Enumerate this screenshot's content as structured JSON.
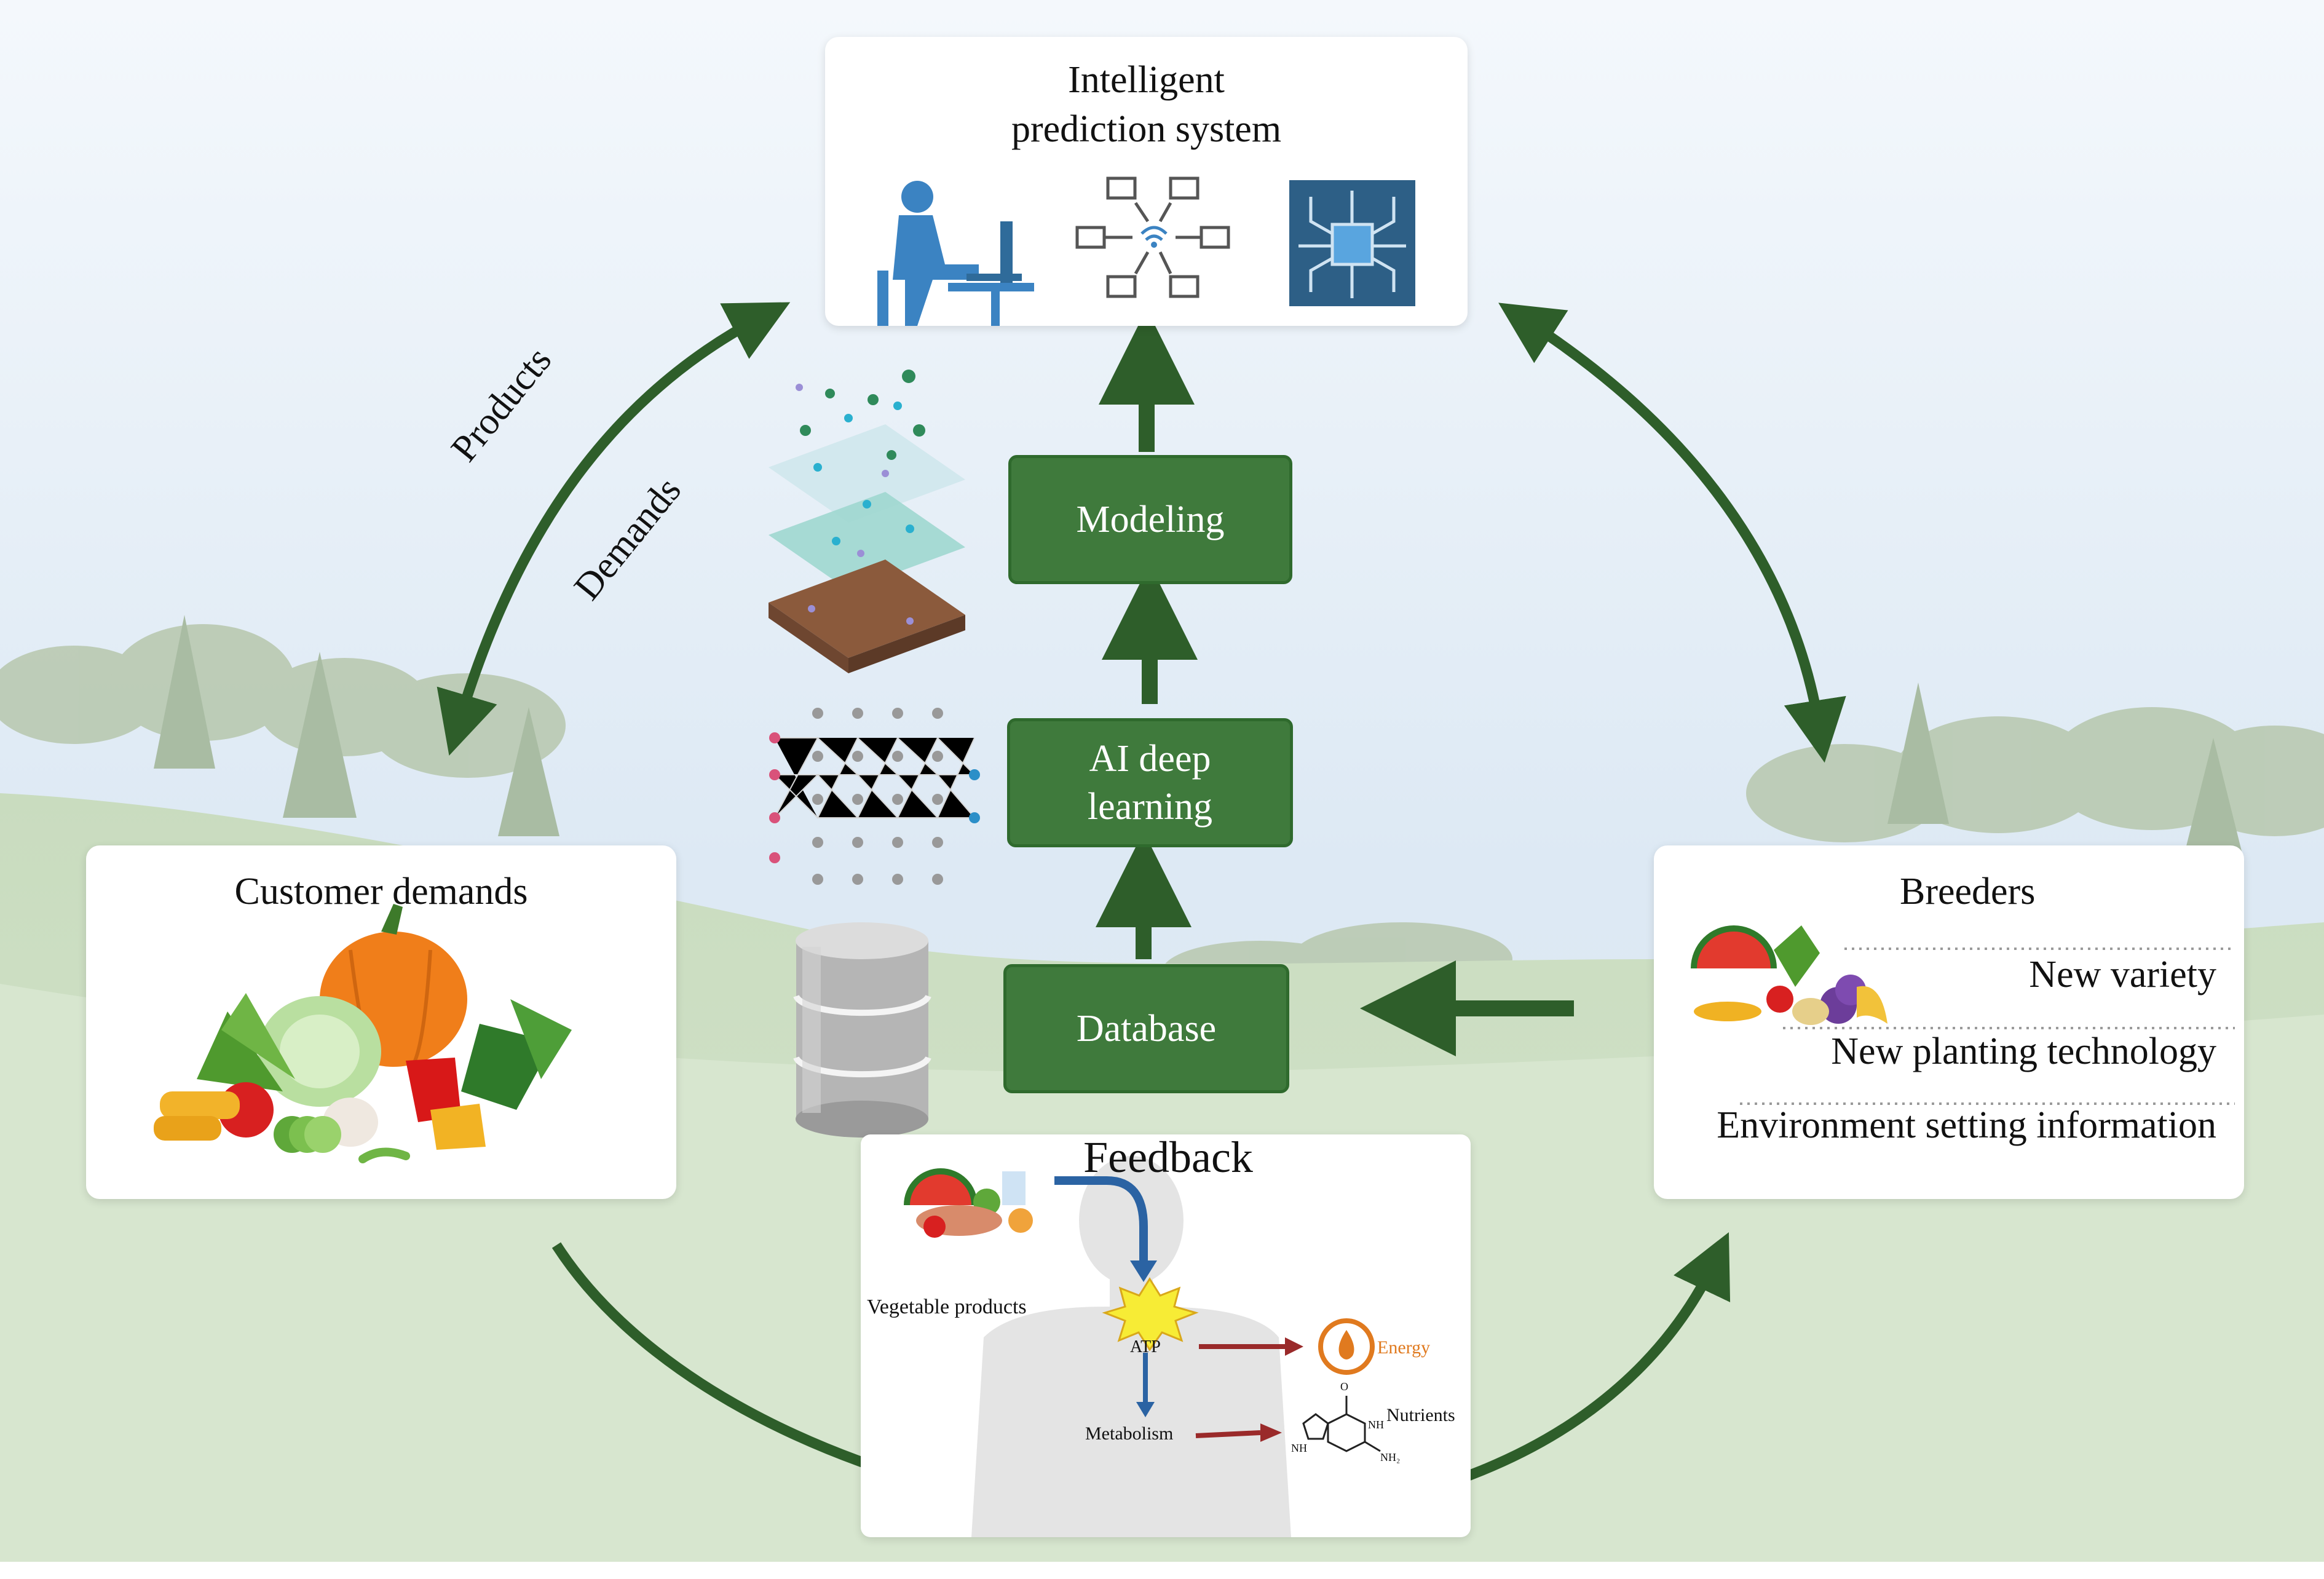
{
  "prediction_box": {
    "title_line1": "Intelligent",
    "title_line2": "prediction system"
  },
  "process": {
    "modeling": "Modeling",
    "ai_line1": "AI deep",
    "ai_line2": "learning",
    "database": "Database"
  },
  "customer_box": {
    "title": "Customer demands"
  },
  "breeders_box": {
    "title": "Breeders",
    "items": [
      "New variety",
      "New planting technology",
      "Environment setting information"
    ]
  },
  "arc_labels": {
    "products": "Products",
    "demands": "Demands"
  },
  "feedback_box": {
    "title": "Feedback",
    "vegetable_products": "Vegetable products",
    "atp": "ATP",
    "energy": "Energy",
    "metabolism": "Metabolism",
    "nutrients": "Nutrients",
    "nh_1": "NH",
    "nh_2": "NH",
    "nh2": "NH₂",
    "o_label": "O"
  },
  "colors": {
    "arrow_green": "#2e5e2a",
    "box_green": "#3f7a3c",
    "icon_blue": "#2f6b9a",
    "energy_orange": "#e07a1f",
    "red_arrow": "#9a2a2a",
    "flow_blue": "#2b63a3"
  }
}
